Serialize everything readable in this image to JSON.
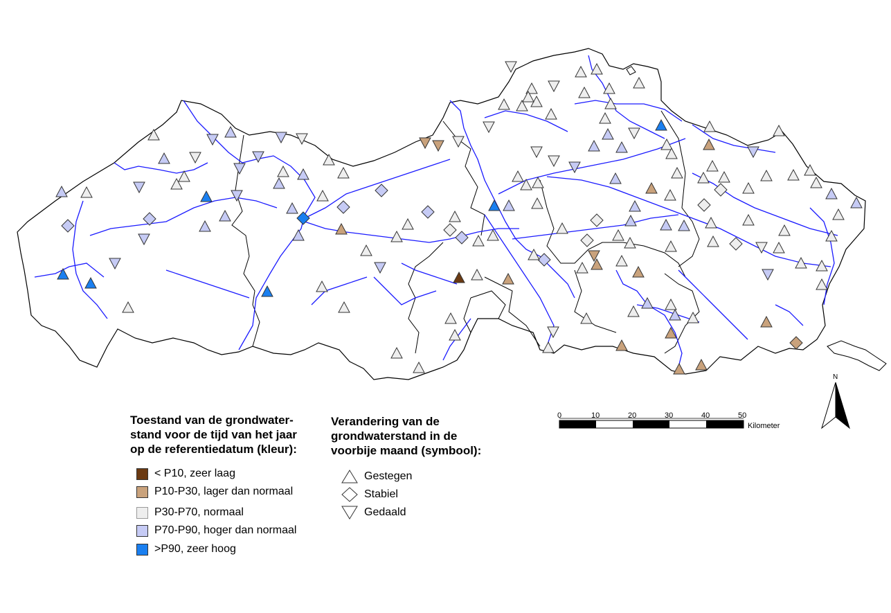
{
  "colors": {
    "zeer_laag": "#6b3a12",
    "lager": "#c9a27c",
    "normaal": "#eeeeee",
    "hoger": "#c6cbf5",
    "zeer_hoog": "#1a7ff0",
    "river": "#1a1aff",
    "boundary": "#000000"
  },
  "legend_color": {
    "title_lines": [
      "Toestand van de grondwater-",
      "stand voor de tijd van het jaar",
      "op de referentiedatum (kleur):"
    ],
    "items": [
      {
        "label": "< P10, zeer laag",
        "color": "#6b3a12"
      },
      {
        "label": "P10-P30, lager dan normaal",
        "color": "#c9a27c"
      },
      {
        "label": "P30-P70, normaal",
        "color": "#eeeeee"
      },
      {
        "label": "P70-P90, hoger dan normaal",
        "color": "#c6cbf5"
      },
      {
        "label": ">P90, zeer hoog",
        "color": "#1a7ff0"
      }
    ]
  },
  "legend_symbol": {
    "title_lines": [
      "Verandering van de",
      "grondwaterstand in de",
      "voorbije maand (symbool):"
    ],
    "items": [
      {
        "label": "Gestegen",
        "symbol": "triangle-up-icon"
      },
      {
        "label": "Stabiel",
        "symbol": "diamond-icon"
      },
      {
        "label": "Gedaald",
        "symbol": "triangle-down-icon"
      }
    ]
  },
  "scalebar": {
    "ticks": [
      "0",
      "10",
      "20",
      "30",
      "40",
      "50"
    ],
    "unit": "Kilometer"
  },
  "north_label": "N"
}
